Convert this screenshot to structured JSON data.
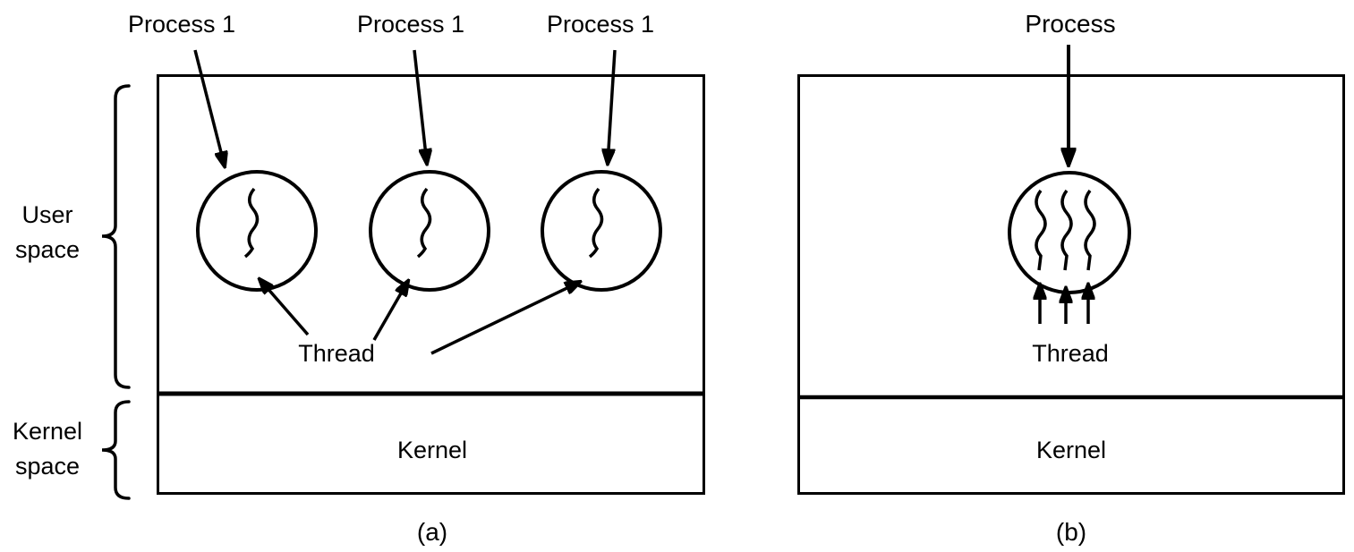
{
  "figure": {
    "background_color": "#ffffff",
    "ink_color": "#000000"
  },
  "side_labels": {
    "user_space_line1": "User",
    "user_space_line2": "space",
    "kernel_space_line1": "Kernel",
    "kernel_space_line2": "space"
  },
  "panel_a": {
    "process_labels": [
      "Process 1",
      "Process 1",
      "Process 1"
    ],
    "thread_label": "Thread",
    "kernel_label": "Kernel",
    "caption": "(a)"
  },
  "panel_b": {
    "process_label": "Process",
    "thread_label": "Thread",
    "kernel_label": "Kernel",
    "caption": "(b)"
  }
}
